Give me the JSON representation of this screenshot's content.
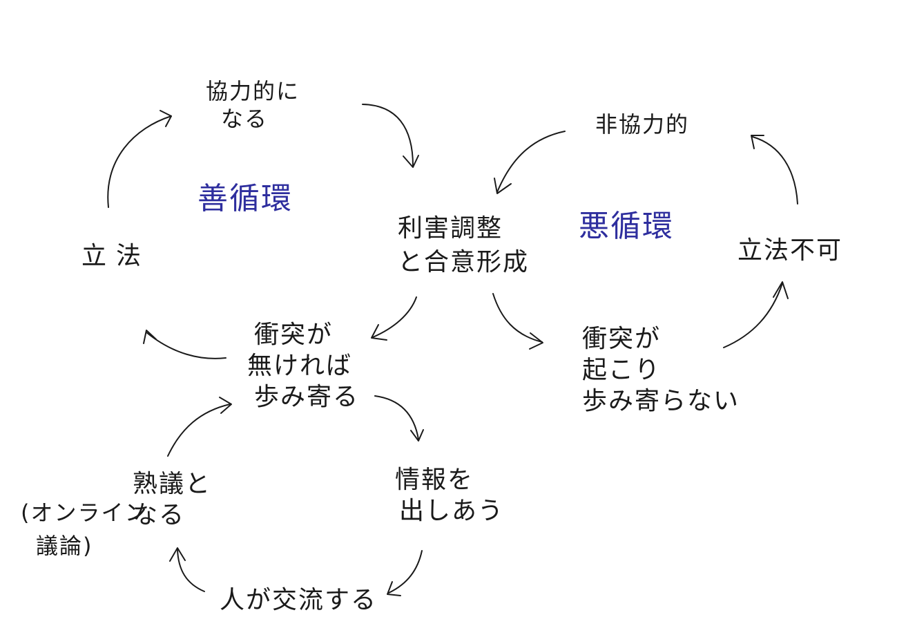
{
  "cycles": {
    "virtuous_title": "善循環",
    "vicious_title": "悪循環"
  },
  "nodes": {
    "cooperative": [
      "協力的に",
      "なる"
    ],
    "non_cooperative": "非協力的",
    "legislation": "立法",
    "legislation_impossible": "立法不可",
    "consensus": [
      "利害調整",
      "と合意形成"
    ],
    "no_conflict": [
      "衝突が",
      "無ければ",
      "歩み寄る"
    ],
    "conflict": [
      "衝突が",
      "起こり",
      "歩み寄らない"
    ],
    "share_info": [
      "情報を",
      "出しあう"
    ],
    "deliberation": [
      "熟議と",
      "なる"
    ],
    "online_note": [
      "(オンライン",
      "議論)"
    ],
    "people_interact": "人が交流する"
  }
}
